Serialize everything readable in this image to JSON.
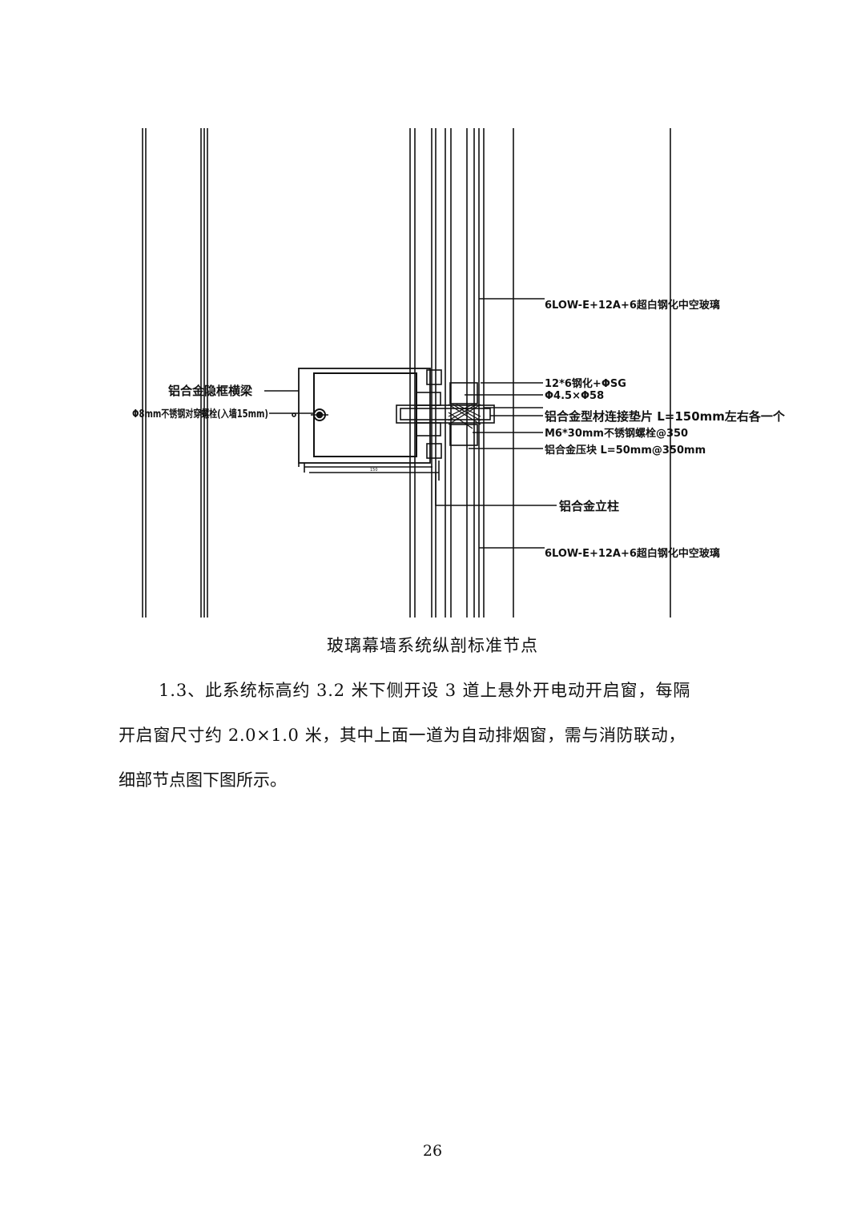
{
  "drawing": {
    "labels": {
      "glass_top": "6LOW-E+12A+6超白钢化中空玻璃",
      "transom": "铝合金隐框横梁",
      "bolt_left": "Φ8mm不锈钢对穿螺栓(入墙15mm)",
      "glass_spec": "12*6钢化+ΦSG",
      "sealant": "Φ4.5×Φ58",
      "cushion": "铝合金型材连接垫片 L=150mm左右各一个",
      "screw": "M6*30mm不锈钢螺栓@350",
      "pressing": "铝合金压块 L=50mm@350mm",
      "mullion": "铝合金立柱",
      "glass_bottom": "6LOW-E+12A+6超白钢化中空玻璃",
      "dim_small": "150"
    }
  },
  "caption": "玻璃幕墙系统纵剖标准节点",
  "paragraph": {
    "line1": "1.3、此系统标高约 3.2 米下侧开设 3 道上悬外开电动开启窗，每隔",
    "line2": "开启窗尺寸约 2.0×1.0 米，其中上面一道为自动排烟窗，需与消防联动，",
    "line3": "细部节点图下图所示。"
  },
  "page_number": "26"
}
